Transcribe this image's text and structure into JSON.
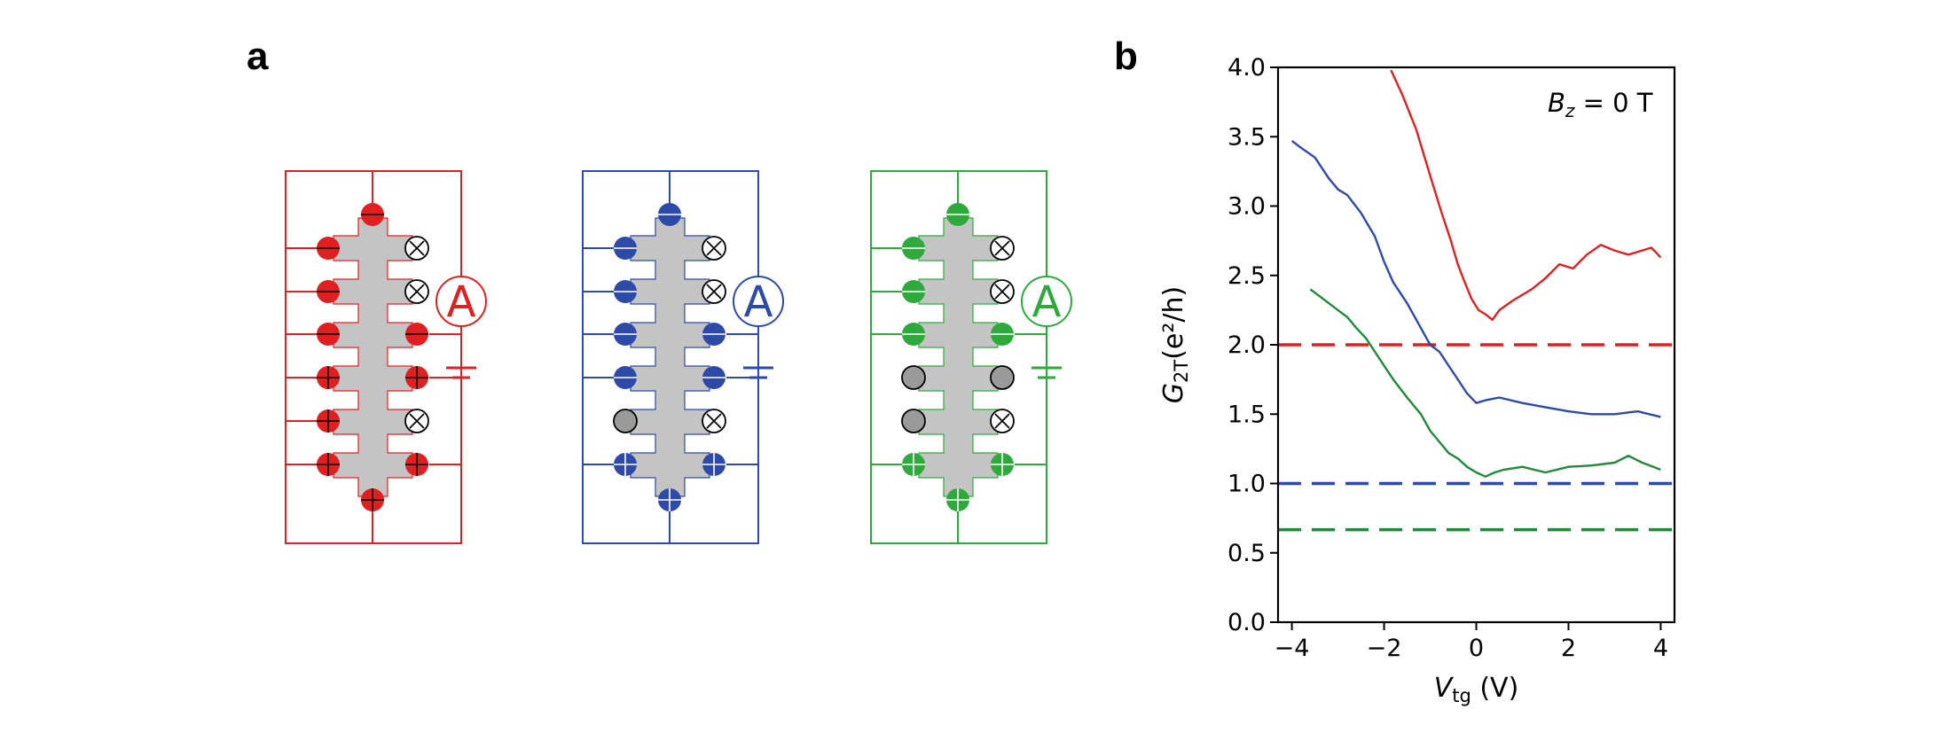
{
  "panels": {
    "a_label": "a",
    "b_label": "b"
  },
  "circuits": [
    {
      "name": "red-circuit",
      "color": "#e02020",
      "meter_text": "A",
      "contacts": {
        "top": "source",
        "bottom": "drain",
        "left": [
          "source",
          "source",
          "source",
          "drain",
          "drain",
          "drain"
        ],
        "right": [
          "floating",
          "floating",
          "source",
          "drain",
          "floating",
          "drain"
        ]
      }
    },
    {
      "name": "blue-circuit",
      "color": "#2e4aa8",
      "meter_text": "A",
      "contacts": {
        "top": "source",
        "bottom": "drain",
        "left": [
          "source",
          "source",
          "source",
          "source",
          "gray",
          "drain"
        ],
        "right": [
          "floating",
          "floating",
          "source",
          "source",
          "floating",
          "drain"
        ]
      }
    },
    {
      "name": "green-circuit",
      "color": "#2eaa3c",
      "meter_text": "A",
      "contacts": {
        "top": "source",
        "bottom": "drain",
        "left": [
          "source",
          "source",
          "source",
          "gray",
          "gray",
          "drain"
        ],
        "right": [
          "floating",
          "floating",
          "source",
          "gray",
          "floating",
          "drain"
        ]
      }
    }
  ],
  "chart_data": {
    "type": "line",
    "annotation": {
      "var": "B",
      "sub": "z",
      "rest": " = 0 T"
    },
    "xlabel": {
      "var": "V",
      "sub": "tg",
      "rest": " (V)"
    },
    "ylabel": {
      "var": "G",
      "sub": "2T",
      "rest": "(e²/h)"
    },
    "xlim": [
      -4.3,
      4.3
    ],
    "ylim": [
      0.0,
      4.0
    ],
    "xticks": [
      -4,
      -2,
      0,
      2,
      4
    ],
    "xtick_labels": [
      "−4",
      "−2",
      "0",
      "2",
      "4"
    ],
    "yticks": [
      0.0,
      0.5,
      1.0,
      1.5,
      2.0,
      2.5,
      3.0,
      3.5,
      4.0
    ],
    "ytick_labels": [
      "0.0",
      "0.5",
      "1.0",
      "1.5",
      "2.0",
      "2.5",
      "3.0",
      "3.5",
      "4.0"
    ],
    "grid": false,
    "series": [
      {
        "color": "#e02020",
        "x": [
          -1.85,
          -1.6,
          -1.3,
          -1.0,
          -0.75,
          -0.55,
          -0.4,
          -0.25,
          -0.1,
          0.05,
          0.2,
          0.35,
          0.5,
          0.8,
          1.2,
          1.5,
          1.8,
          2.1,
          2.4,
          2.7,
          3.0,
          3.3,
          3.6,
          3.8,
          4.0
        ],
        "y": [
          3.98,
          3.8,
          3.55,
          3.22,
          2.95,
          2.75,
          2.58,
          2.45,
          2.33,
          2.25,
          2.22,
          2.18,
          2.25,
          2.32,
          2.4,
          2.48,
          2.58,
          2.55,
          2.65,
          2.72,
          2.68,
          2.65,
          2.68,
          2.7,
          2.63
        ]
      },
      {
        "color": "#2e4aa8",
        "x": [
          -4.0,
          -3.8,
          -3.5,
          -3.2,
          -3.0,
          -2.8,
          -2.5,
          -2.2,
          -2.0,
          -1.8,
          -1.5,
          -1.2,
          -1.0,
          -0.8,
          -0.6,
          -0.4,
          -0.2,
          0.0,
          0.2,
          0.5,
          1.0,
          1.5,
          2.0,
          2.5,
          3.0,
          3.5,
          4.0
        ],
        "y": [
          3.47,
          3.42,
          3.35,
          3.2,
          3.12,
          3.08,
          2.95,
          2.78,
          2.6,
          2.45,
          2.3,
          2.12,
          2.0,
          1.95,
          1.85,
          1.75,
          1.65,
          1.58,
          1.6,
          1.62,
          1.58,
          1.55,
          1.52,
          1.5,
          1.5,
          1.52,
          1.48
        ]
      },
      {
        "color": "#1f8a3a",
        "x": [
          -3.6,
          -3.4,
          -3.2,
          -3.0,
          -2.8,
          -2.6,
          -2.4,
          -2.2,
          -2.0,
          -1.8,
          -1.5,
          -1.2,
          -1.0,
          -0.8,
          -0.6,
          -0.4,
          -0.2,
          0.0,
          0.2,
          0.4,
          0.6,
          1.0,
          1.5,
          2.0,
          2.5,
          3.0,
          3.3,
          3.6,
          4.0
        ],
        "y": [
          2.4,
          2.35,
          2.3,
          2.25,
          2.2,
          2.12,
          2.05,
          1.95,
          1.85,
          1.75,
          1.62,
          1.5,
          1.38,
          1.3,
          1.22,
          1.18,
          1.12,
          1.08,
          1.05,
          1.08,
          1.1,
          1.12,
          1.08,
          1.12,
          1.13,
          1.15,
          1.2,
          1.15,
          1.1
        ]
      }
    ],
    "hlines": [
      {
        "y": 2.0,
        "color": "#e02020"
      },
      {
        "y": 1.0,
        "color": "#2e4aa8"
      },
      {
        "y": 0.667,
        "color": "#1f8a3a"
      }
    ]
  }
}
